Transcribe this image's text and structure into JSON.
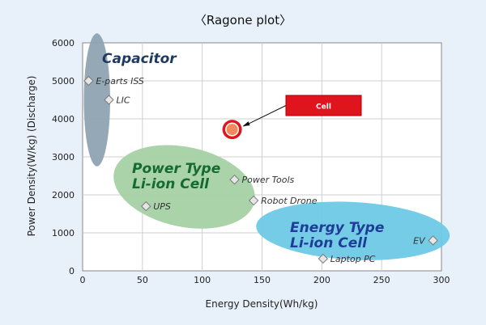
{
  "chart_data": {
    "type": "scatter",
    "title": "〈Ragone plot〉",
    "xlabel": "Energy Density(Wh/kg)",
    "ylabel": "Power Density(W/kg)  (Discharge)",
    "xlim": [
      0,
      300
    ],
    "ylim": [
      0,
      6000
    ],
    "xticks": [
      0,
      50,
      100,
      150,
      200,
      250,
      300
    ],
    "yticks": [
      0,
      1000,
      2000,
      3000,
      4000,
      5000,
      6000
    ],
    "grid": true,
    "points": [
      {
        "label": "E-parts ISS",
        "x": 5,
        "y": 5000
      },
      {
        "label": "LIC",
        "x": 22,
        "y": 4500
      },
      {
        "label": "Power Tools",
        "x": 127,
        "y": 2400
      },
      {
        "label": "Robot Drone",
        "x": 143,
        "y": 1850
      },
      {
        "label": "UPS",
        "x": 53,
        "y": 1700
      },
      {
        "label": "EV",
        "x": 293,
        "y": 800
      },
      {
        "label": "Laptop PC",
        "x": 201,
        "y": 320
      }
    ],
    "highlight": {
      "label": "Cell",
      "x": 125,
      "y": 3720,
      "color": "#e0141c"
    },
    "regions": [
      {
        "label": "Capacitor",
        "cx": 12,
        "cy": 4500,
        "rx": 11,
        "ry": 1750,
        "color": "#8ea3b2",
        "text_color": "#1e3a5f"
      },
      {
        "label": "Power Type\nLi-ion Cell",
        "cx": 85,
        "cy": 2210,
        "rx": 60,
        "ry": 1050,
        "rotate": 12,
        "color": "#a6d1a5",
        "text_color": "#136a32"
      },
      {
        "label": "Energy Type\nLi-ion Cell",
        "cx": 226,
        "cy": 1050,
        "rx": 81,
        "ry": 760,
        "rotate": 3,
        "color": "#6ec9e6",
        "text_color": "#1f3c98"
      }
    ]
  }
}
